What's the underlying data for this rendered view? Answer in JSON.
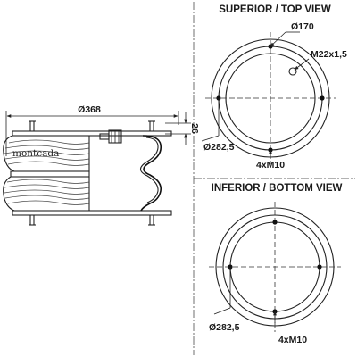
{
  "side_view": {
    "diameter_label": "Ø368",
    "height_label": "26",
    "brand": "montcada"
  },
  "top_view": {
    "title": "SUPERIOR / TOP VIEW",
    "inner_diameter_label": "Ø170",
    "port_label": "M22x1,5",
    "bolt_circle_label": "Ø282,5",
    "bolts_label": "4xM10"
  },
  "bottom_view": {
    "title": "INFERIOR / BOTTOM VIEW",
    "bolt_circle_label": "Ø282,5",
    "bolts_label": "4xM10"
  }
}
